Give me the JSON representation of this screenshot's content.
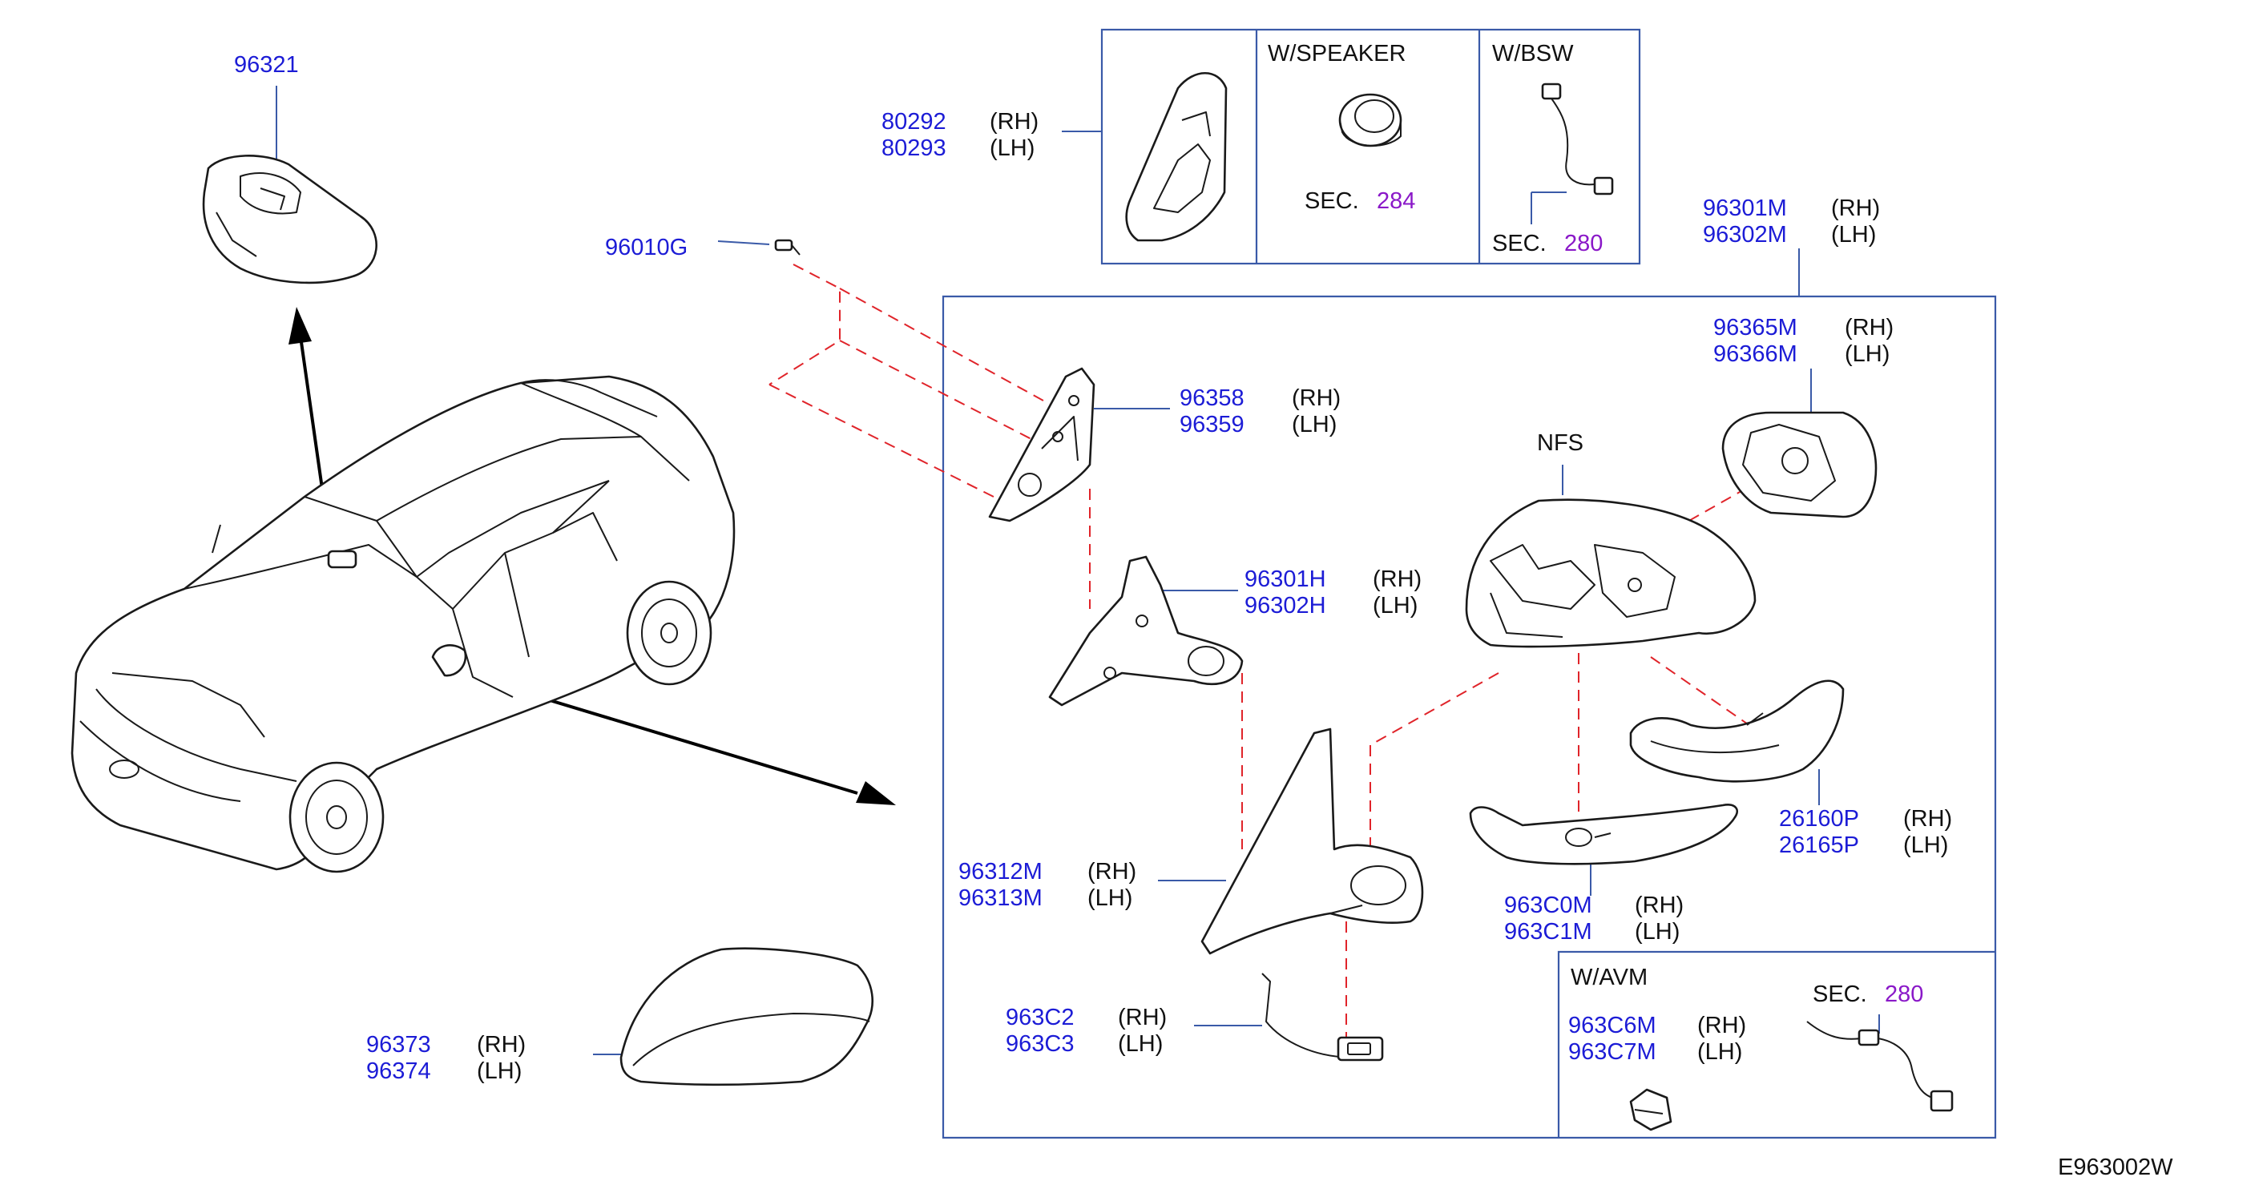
{
  "drawing_code": "E963002W",
  "top_parts": {
    "finisher": {
      "rh": "80292",
      "rh_side": "(RH)",
      "lh": "80293",
      "lh_side": "(LH)"
    },
    "speaker": {
      "title": "W/SPEAKER",
      "sec": "SEC.",
      "sec_ref": "284"
    },
    "bsw": {
      "title": "W/BSW",
      "sec": "SEC.",
      "sec_ref": "280"
    },
    "screw": {
      "code": "96010G"
    },
    "inside_mirror": {
      "code": "96321"
    }
  },
  "main_box": {
    "assembly": {
      "rh": "96301M",
      "rh_side": "(RH)",
      "lh": "96302M",
      "lh_side": "(LH)"
    },
    "glass": {
      "rh": "96365M",
      "rh_side": "(RH)",
      "lh": "96366M",
      "lh_side": "(LH)"
    },
    "nfs": "NFS",
    "bracket": {
      "rh": "96358",
      "rh_side": "(RH)",
      "lh": "96359",
      "lh_side": "(LH)"
    },
    "actuator": {
      "rh": "96301H",
      "rh_side": "(RH)",
      "lh": "96302H",
      "lh_side": "(LH)"
    },
    "turn_lamp": {
      "rh": "26160P",
      "rh_side": "(RH)",
      "lh": "26165P",
      "lh_side": "(LH)"
    },
    "lower_cover": {
      "rh": "963C0M",
      "rh_side": "(RH)",
      "lh": "963C1M",
      "lh_side": "(LH)"
    },
    "base": {
      "rh": "96312M",
      "rh_side": "(RH)",
      "lh": "96313M",
      "lh_side": "(LH)"
    },
    "harness": {
      "rh": "963C2",
      "rh_side": "(RH)",
      "lh": "963C3",
      "lh_side": "(LH)"
    },
    "avm": {
      "title": "W/AVM",
      "rh": "963C6M",
      "rh_side": "(RH)",
      "lh": "963C7M",
      "lh_side": "(LH)",
      "sec": "SEC.",
      "sec_ref": "280"
    }
  },
  "mirror_cap": {
    "rh": "96373",
    "rh_side": "(RH)",
    "lh": "96374",
    "lh_side": "(LH)"
  }
}
